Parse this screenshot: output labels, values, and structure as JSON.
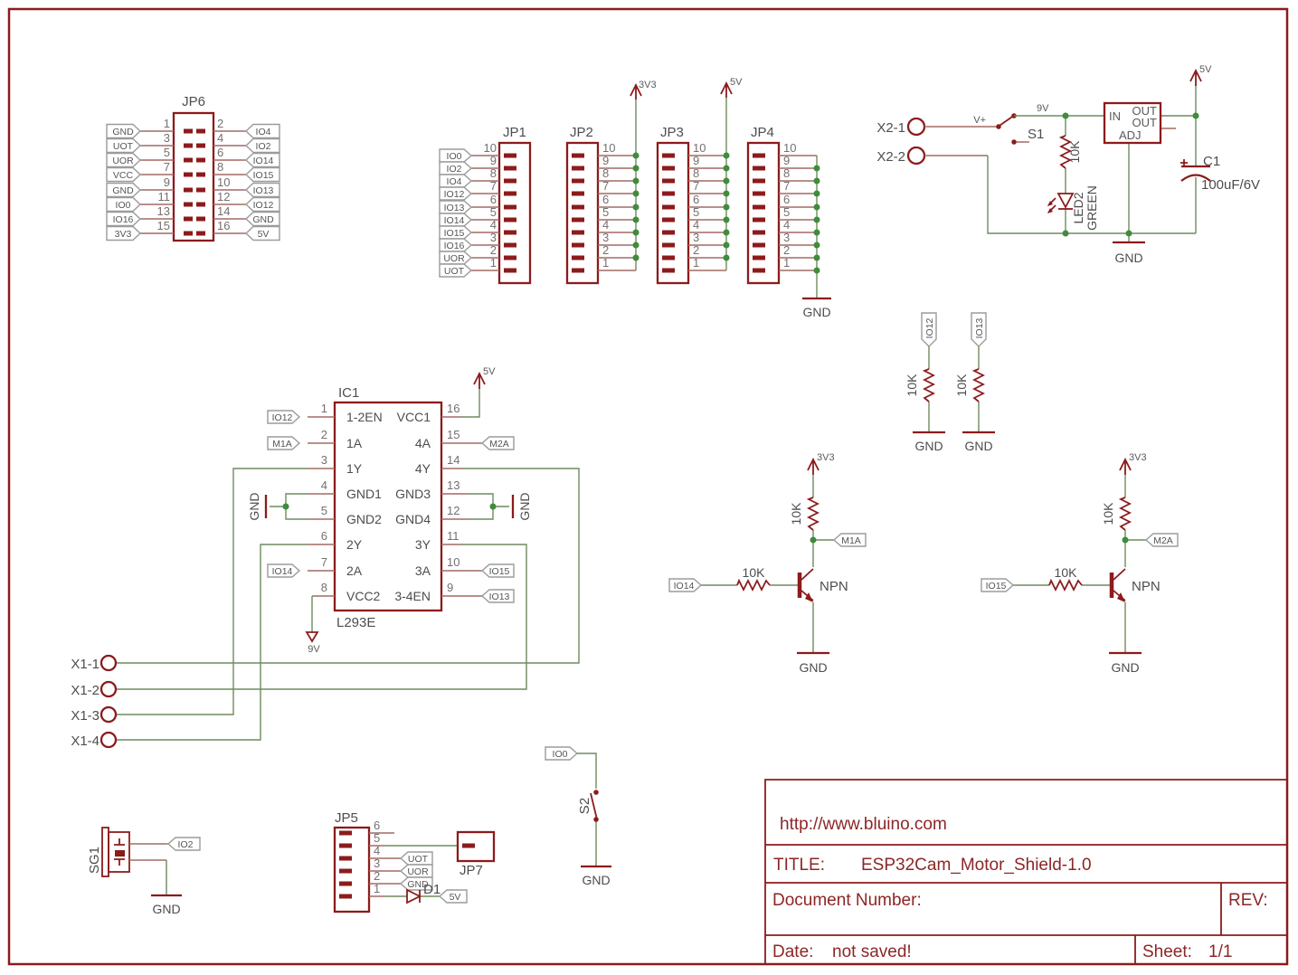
{
  "colors": {
    "maroon": "#8c1b1b",
    "wire_green": "#6e8c5f",
    "junction_green": "#3f8c3c",
    "pin_wire": "#a46a64",
    "text_gray": "#4d4d4d",
    "flag_stroke": "#9b9b9b",
    "title_maroon": "#8c2626"
  },
  "shared": {
    "pins_desc": [
      "10",
      "9",
      "8",
      "7",
      "6",
      "5",
      "4",
      "3",
      "2",
      "1"
    ],
    "gnd": "GND",
    "v3": "3V3",
    "v5": "5V",
    "v9": "9V",
    "r10k": "10K",
    "npn": "NPN",
    "vplus": "V+"
  },
  "jp6": {
    "ref": "JP6",
    "left_nums": [
      "1",
      "3",
      "5",
      "7",
      "9",
      "11",
      "13",
      "15"
    ],
    "left_flags": [
      "GND",
      "UOT",
      "UOR",
      "VCC",
      "GND",
      "IO0",
      "IO16",
      "3V3"
    ],
    "right_nums": [
      "2",
      "4",
      "6",
      "8",
      "10",
      "12",
      "14",
      "16"
    ],
    "right_flags": [
      "IO4",
      "IO2",
      "IO14",
      "IO15",
      "IO13",
      "IO12",
      "GND",
      "5V"
    ]
  },
  "jp1": {
    "ref": "JP1",
    "flags": [
      "IO0",
      "IO2",
      "IO4",
      "IO12",
      "IO13",
      "IO14",
      "IO15",
      "IO16",
      "UOR",
      "UOT"
    ]
  },
  "jp2": {
    "ref": "JP2"
  },
  "jp3": {
    "ref": "JP3"
  },
  "jp4": {
    "ref": "JP4"
  },
  "power": {
    "x2_1": "X2-1",
    "x2_2": "X2-2",
    "s1": "S1",
    "reg_in": "IN",
    "reg_out1": "OUT",
    "reg_out2": "OUT",
    "reg_adj": "ADJ",
    "c1_ref": "C1",
    "c1_val": "100uF/6V",
    "led_ref": "LED2",
    "led_color": "GREEN"
  },
  "ic1": {
    "ref": "IC1",
    "value": "L293E",
    "left_nums": [
      "1",
      "2",
      "3",
      "4",
      "5",
      "6",
      "7",
      "8"
    ],
    "left_names": [
      "1-2EN",
      "1A",
      "1Y",
      "GND1",
      "GND2",
      "2Y",
      "2A",
      "VCC2"
    ],
    "right_nums": [
      "16",
      "15",
      "14",
      "13",
      "12",
      "11",
      "10",
      "9"
    ],
    "right_names": [
      "VCC1",
      "4A",
      "4Y",
      "GND3",
      "GND4",
      "3Y",
      "3A",
      "3-4EN"
    ],
    "flag_io12": "IO12",
    "flag_m1a": "M1A",
    "flag_io14": "IO14",
    "flag_m2a": "M2A",
    "flag_io15": "IO15",
    "flag_io13": "IO13"
  },
  "pulldowns": {
    "flag_a": "IO12",
    "flag_b": "IO13"
  },
  "q1": {
    "in_flag": "IO14",
    "out_flag": "M1A"
  },
  "q2": {
    "in_flag": "IO15",
    "out_flag": "M2A"
  },
  "x1": {
    "t1": "X1-1",
    "t2": "X1-2",
    "t3": "X1-3",
    "t4": "X1-4"
  },
  "sg1": {
    "ref": "SG1",
    "flag": "IO2"
  },
  "jp5": {
    "ref": "JP5",
    "nums": [
      "6",
      "5",
      "4",
      "3",
      "2",
      "1"
    ],
    "flag_uot": "UOT",
    "flag_uor": "UOR",
    "flag_gnd": "GND",
    "d1_ref": "D1",
    "d1_flag": "5V"
  },
  "jp7": {
    "ref": "JP7"
  },
  "s2": {
    "ref": "S2",
    "flag": "IO0"
  },
  "title_block": {
    "url": "http://www.bluino.com",
    "title_label": "TITLE:",
    "title": "ESP32Cam_Motor_Shield-1.0",
    "doc_label": "Document Number:",
    "rev_label": "REV:",
    "date_label": "Date:",
    "date_value": "not saved!",
    "sheet_label": "Sheet:",
    "sheet_value": "1/1"
  }
}
